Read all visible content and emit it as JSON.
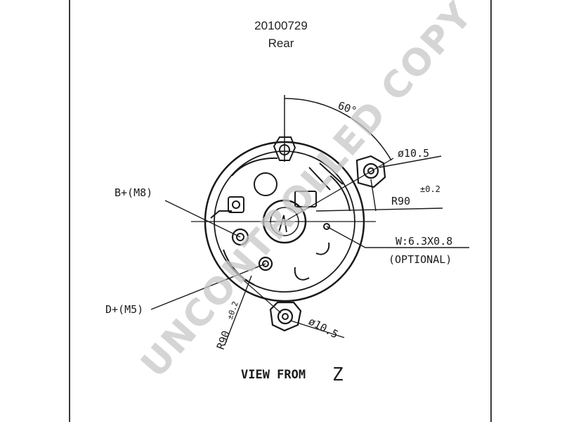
{
  "header": {
    "part_number": "20100729",
    "view": "Rear"
  },
  "labels": {
    "angle": "60°",
    "hole_top": "ø10.5",
    "radius_right": "R90",
    "radius_right_tol": "±0.2",
    "terminal_b": "B+(M8)",
    "terminal_w": "W:6.3X0.8",
    "terminal_w_note": "(OPTIONAL)",
    "terminal_d": "D+(M5)",
    "radius_bottom": "R90",
    "radius_bottom_tol": "±0.2",
    "hole_bottom": "ø10.5",
    "view_caption": "VIEW FROM",
    "view_letter": "Z"
  },
  "watermark": "UNCONTROLLED COPY",
  "colors": {
    "line": "#1a1a1a",
    "frame": "#3a3a3a",
    "watermark": "#c8c8c8"
  }
}
